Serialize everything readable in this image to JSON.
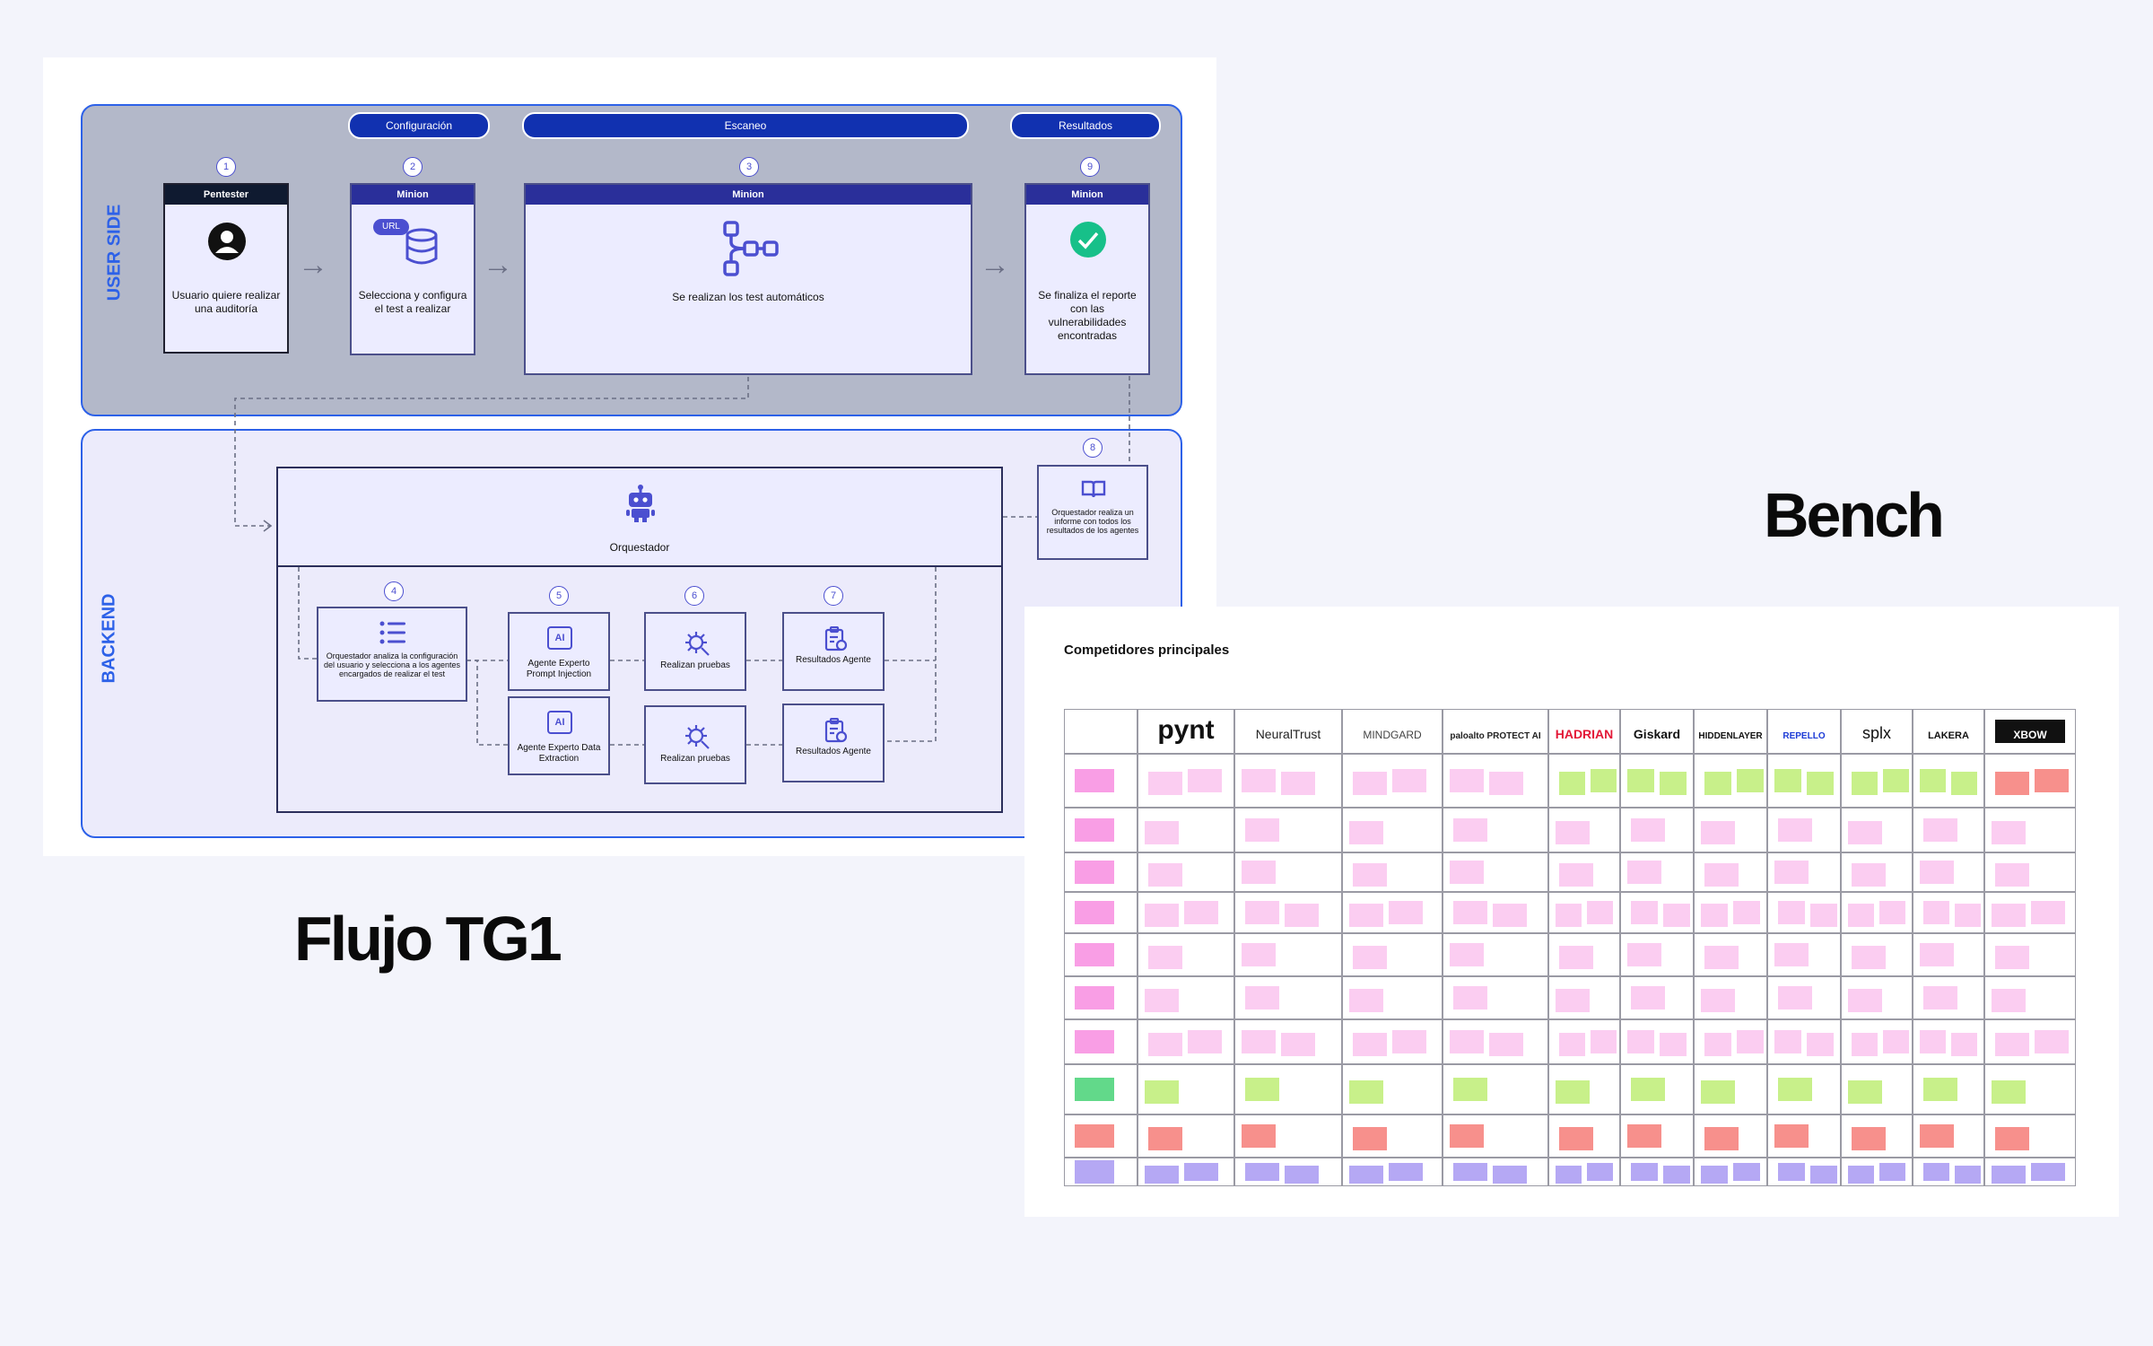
{
  "flow": {
    "title": "Flujo TG1",
    "regions": {
      "user_side": "USER SIDE",
      "backend": "BACKEND"
    },
    "phases": {
      "config": "Configuración",
      "scan": "Escaneo",
      "results": "Resultados"
    },
    "steps": {
      "s1": {
        "num": "1",
        "header": "Pentester",
        "text": "Usuario quiere realizar una auditoría"
      },
      "s2": {
        "num": "2",
        "header": "Minion",
        "badge": "URL",
        "text": "Selecciona y configura el test a realizar"
      },
      "s3": {
        "num": "3",
        "header": "Minion",
        "text": "Se realizan los test automáticos"
      },
      "s9": {
        "num": "9",
        "header": "Minion",
        "text": "Se finaliza el reporte con las vulnerabilidades encontradas"
      },
      "orchestrator": {
        "text": "Orquestador"
      },
      "s8": {
        "num": "8",
        "text": "Orquestador realiza un informe con todos los resultados de los agentes"
      },
      "s4": {
        "num": "4",
        "text": "Orquestador analiza la configuración del usuario y selecciona a los agentes encargados de realizar el test"
      },
      "s5": {
        "num": "5",
        "text_a": "Agente Experto Prompt Injection",
        "text_b": "Agente Experto Data Extraction",
        "ai_badge": "AI"
      },
      "s6": {
        "num": "6",
        "text_a": "Realizan pruebas",
        "text_b": "Realizan pruebas"
      },
      "s7": {
        "num": "7",
        "text_a": "Resultados Agente",
        "text_b": "Resultados Agente"
      }
    }
  },
  "bench": {
    "title": "Bench",
    "table_title": "Competidores principales",
    "competitors": [
      "pynt",
      "NeuralTrust",
      "MINDGARD",
      "paloalto PROTECT AI",
      "HADRIAN",
      "Giskard",
      "HIDDENLAYER",
      "REPELLO",
      "splx",
      "LAKERA",
      "XBOW"
    ]
  },
  "colors": {
    "accent_blue": "#2d61e8",
    "navy": "#1131b0",
    "user_side_bg": "#b3b8c9",
    "backend_bg": "#ecebfb",
    "note_pink": "#f99ee5",
    "note_light_pink": "#fbcdf1",
    "note_green": "#c8f08a",
    "note_red": "#f7908c",
    "note_purple": "#b5a8f4",
    "check_green": "#17c089"
  },
  "icons": [
    "user-icon",
    "database-icon",
    "workflow-icon",
    "check-circle-icon",
    "robot-icon",
    "book-icon",
    "list-icon",
    "ai-chip-icon",
    "virus-scan-icon",
    "clipboard-icon"
  ]
}
